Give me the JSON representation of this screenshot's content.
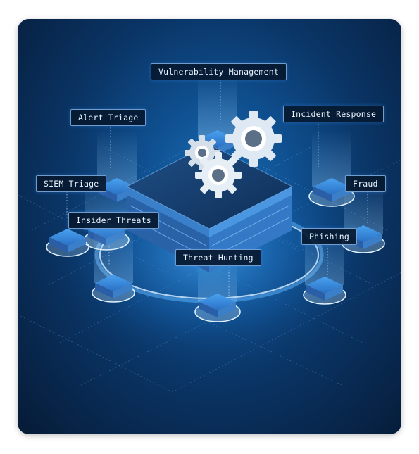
{
  "diagram": {
    "center": {
      "icon": "gears-icon"
    },
    "labels": [
      {
        "id": "vulnerability-management",
        "text": "Vulnerability Management"
      },
      {
        "id": "alert-triage",
        "text": "Alert Triage"
      },
      {
        "id": "incident-response",
        "text": "Incident Response"
      },
      {
        "id": "siem-triage",
        "text": "SIEM Triage"
      },
      {
        "id": "fraud",
        "text": "Fraud"
      },
      {
        "id": "insider-threats",
        "text": "Insider Threats"
      },
      {
        "id": "phishing",
        "text": "Phishing"
      },
      {
        "id": "threat-hunting",
        "text": "Threat Hunting"
      }
    ]
  },
  "colors": {
    "background": "#0a3566",
    "glow": "#3fa3ff",
    "server_body": "#2b7fd6",
    "label_border": "#96c8ff"
  }
}
